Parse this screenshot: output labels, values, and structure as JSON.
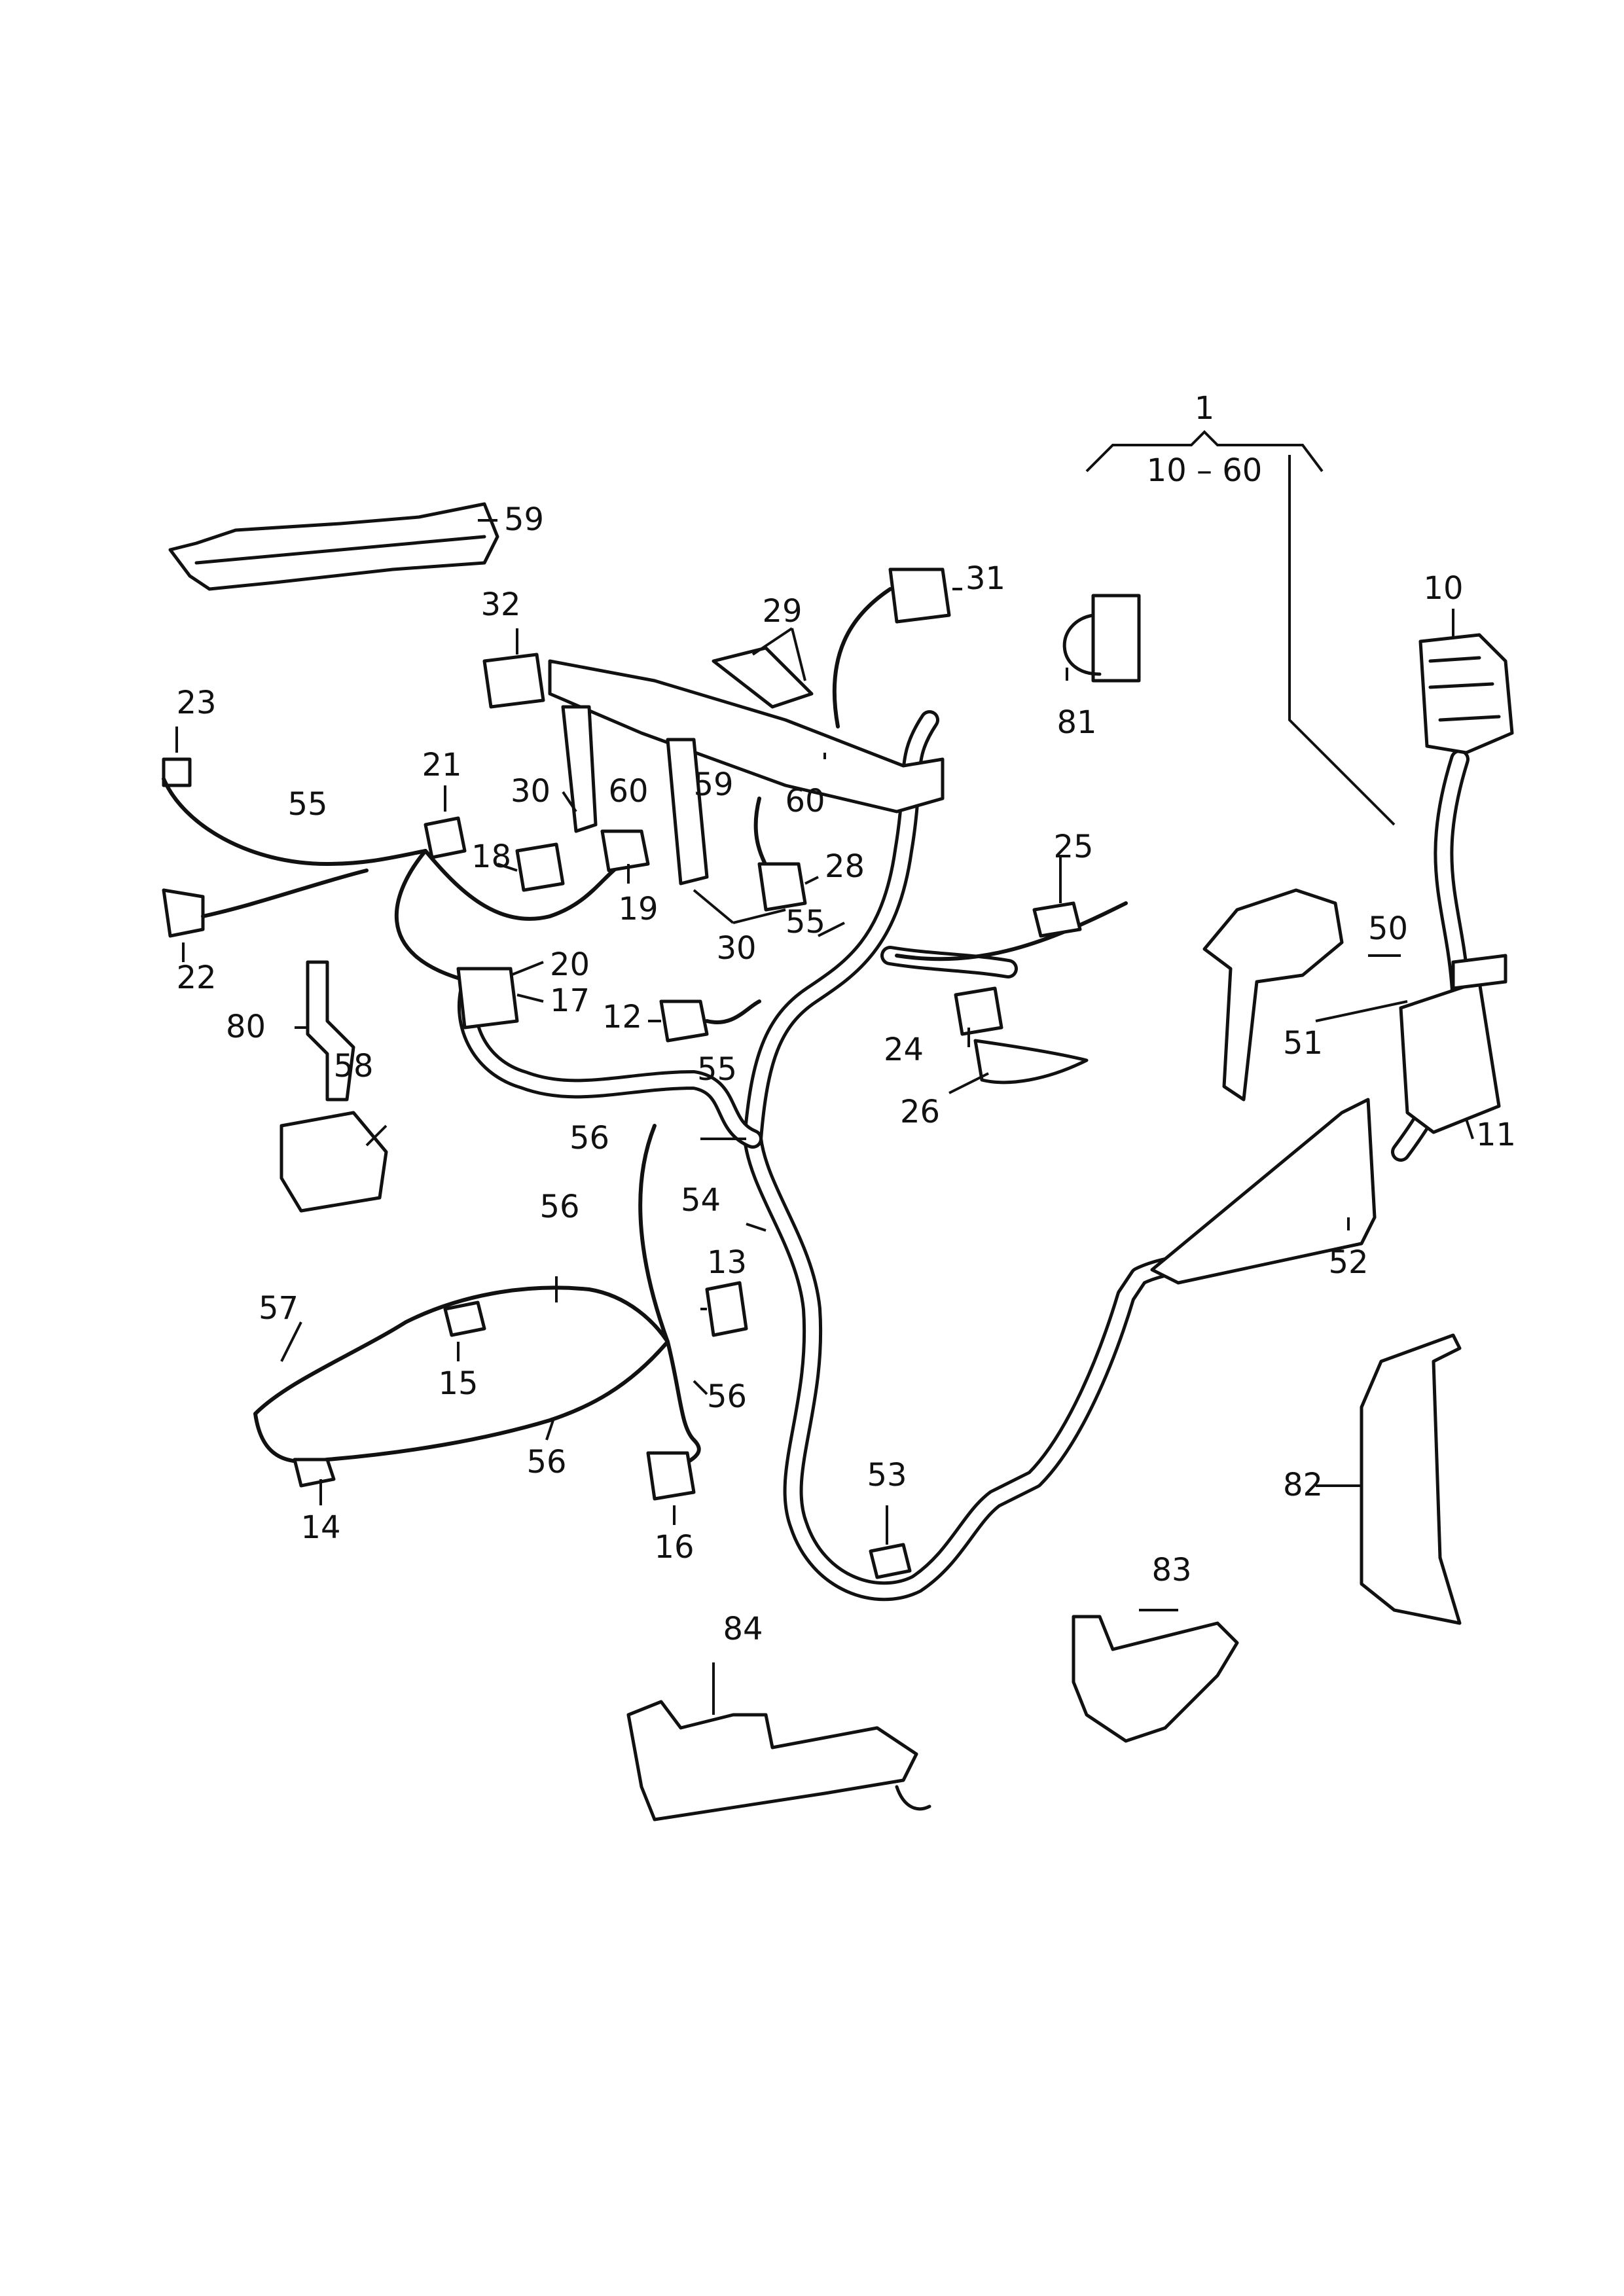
{
  "callouts": {
    "c1": "1",
    "c_range": "10 – 60",
    "c10": "10",
    "c11": "11",
    "c12": "12",
    "c13": "13",
    "c14": "14",
    "c15": "15",
    "c16": "16",
    "c17": "17",
    "c18": "18",
    "c19": "19",
    "c20": "20",
    "c21": "21",
    "c22": "22",
    "c23": "23",
    "c24": "24",
    "c25": "25",
    "c26": "26",
    "c28": "28",
    "c29": "29",
    "c30": "30",
    "c31": "31",
    "c32": "32",
    "c50": "50",
    "c51": "51",
    "c52": "52",
    "c53": "53",
    "c54": "54",
    "c55": "55",
    "c56": "56",
    "c57": "57",
    "c58": "58",
    "c59": "59",
    "c60": "60",
    "c80": "80",
    "c81": "81",
    "c82": "82",
    "c83": "83",
    "c84": "84"
  }
}
